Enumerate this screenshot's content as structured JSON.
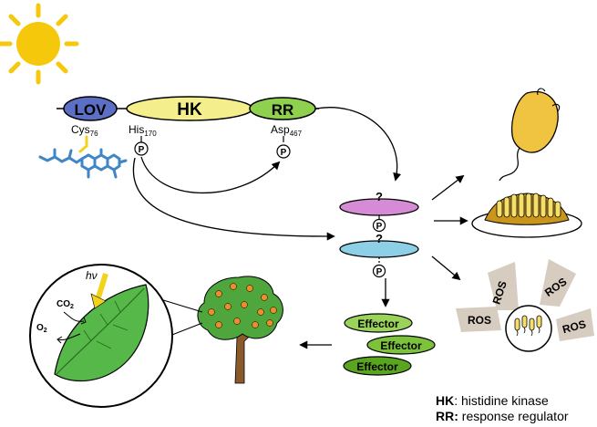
{
  "domains": {
    "lov": "LOV",
    "hk": "HK",
    "rr": "RR"
  },
  "residues": {
    "cys_base": "Cys",
    "cys_sub": "76",
    "his_base": "His",
    "his_sub": "170",
    "asp_base": "Asp",
    "asp_sub": "467"
  },
  "phospho": "P",
  "unknown": "?",
  "effectors": [
    "Effector",
    "Effector",
    "Effector"
  ],
  "ros": [
    "ROS",
    "ROS",
    "ROS",
    "ROS"
  ],
  "leaf": {
    "hv": "hν",
    "co2_base": "CO",
    "co2_sub": "2",
    "o2_base": "O",
    "o2_sub": "2"
  },
  "legend": [
    {
      "abbr": "HK",
      "text": "histidine kinase"
    },
    {
      "abbr": "RR:",
      "text": "response regulator"
    }
  ],
  "colors": {
    "lov": "#5b6fc4",
    "hk": "#f4ee8c",
    "rr": "#8fd14f",
    "rr1": "#d58bd5",
    "rr2": "#8ecfe8",
    "effector_light": "#9ad35a",
    "effector_mid": "#7cc23b",
    "effector_dark": "#5aa51f",
    "sun": "#f6c80c",
    "bacterium": "#f0c340",
    "leaf": "#55b848",
    "tree": "#4ea63d",
    "fruit": "#f28c28",
    "ros_box": "#d6ccc0"
  }
}
